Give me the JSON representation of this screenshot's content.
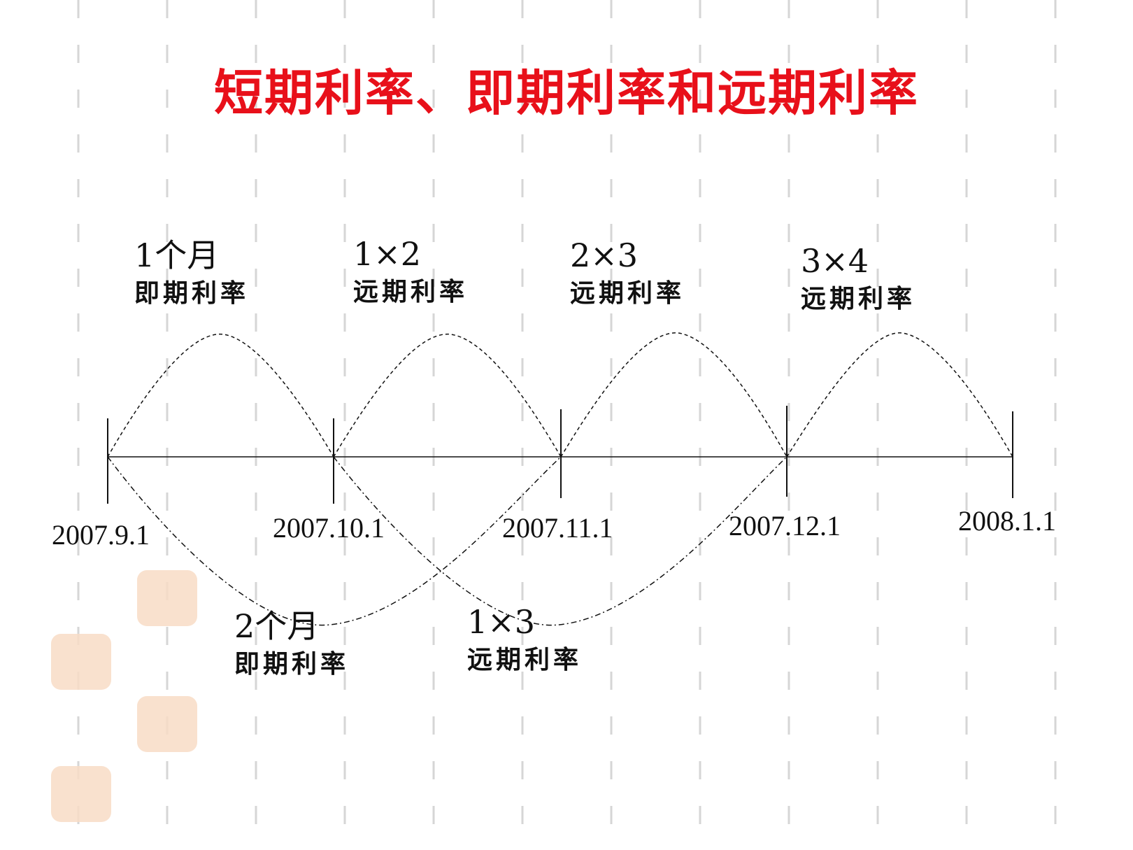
{
  "title": "短期利率、即期利率和远期利率",
  "timeline": {
    "dates": [
      "2007.9.1",
      "2007.10.1",
      "2007.11.1",
      "2007.12.1",
      "2008.1.1"
    ]
  },
  "upper_labels": [
    {
      "line1": "1个月",
      "line2": "即期利率"
    },
    {
      "line1": "1×2",
      "line2": "远期利率"
    },
    {
      "line1": "2×3",
      "line2": "远期利率"
    },
    {
      "line1": "3×4",
      "line2": "远期利率"
    }
  ],
  "lower_labels": [
    {
      "line1": "2个月",
      "line2": "即期利率"
    },
    {
      "line1": "1×3",
      "line2": "远期利率"
    }
  ],
  "colors": {
    "title": "#e8101a",
    "text": "#111111",
    "grid": "#d6d6d6",
    "seal": "#f8dcc6"
  }
}
